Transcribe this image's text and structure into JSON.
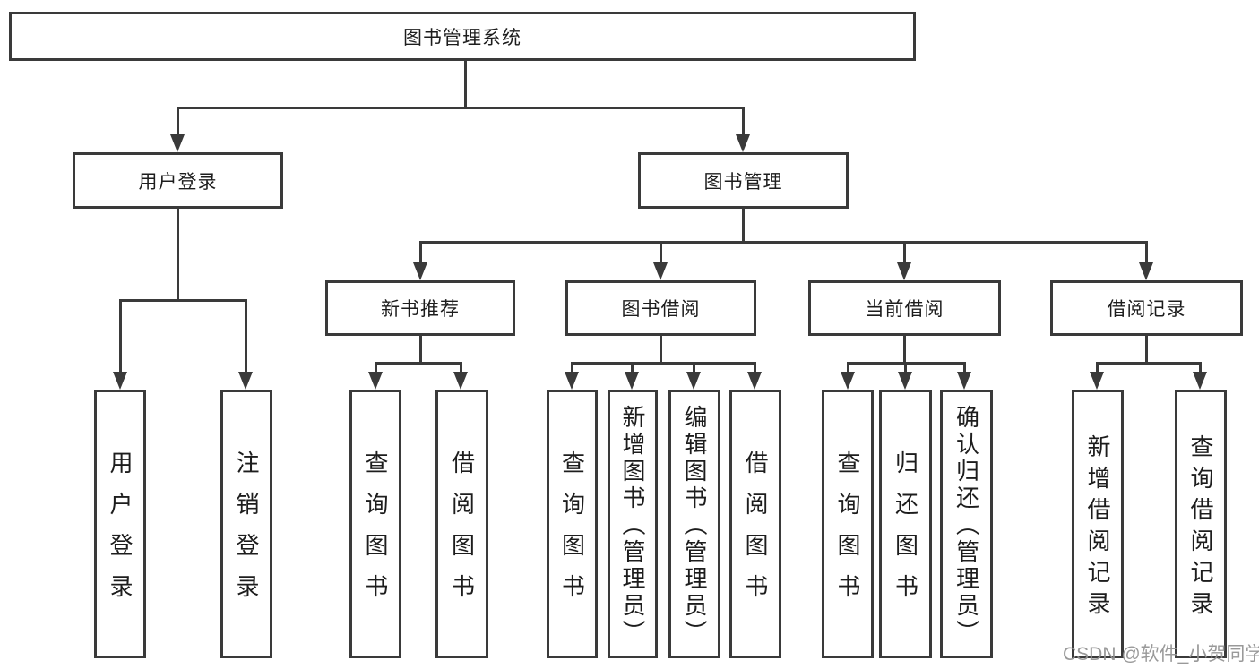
{
  "diagram": {
    "root": {
      "label": "图书管理系统"
    },
    "branches": [
      {
        "label": "用户登录",
        "children": [
          {
            "label": "用户登录"
          },
          {
            "label": "注销登录"
          }
        ]
      },
      {
        "label": "图书管理",
        "children": [
          {
            "label": "新书推荐",
            "children": [
              {
                "label": "查询图书"
              },
              {
                "label": "借阅图书"
              }
            ]
          },
          {
            "label": "图书借阅",
            "children": [
              {
                "label": "查询图书"
              },
              {
                "label": "新增图书（管理员）"
              },
              {
                "label": "编辑图书（管理员）"
              },
              {
                "label": "借阅图书"
              }
            ]
          },
          {
            "label": "当前借阅",
            "children": [
              {
                "label": "查询图书"
              },
              {
                "label": "归还图书"
              },
              {
                "label": "确认归还（管理员）"
              }
            ]
          },
          {
            "label": "借阅记录",
            "children": [
              {
                "label": "新增借阅记录"
              },
              {
                "label": "查询借阅记录"
              }
            ]
          }
        ]
      }
    ]
  },
  "watermark": {
    "text": "CSDN @软件_小贺同学"
  },
  "colors": {
    "line": "#3a3a3a",
    "text": "#1d1d1d",
    "background": "#ffffff",
    "watermark": "#949494"
  }
}
